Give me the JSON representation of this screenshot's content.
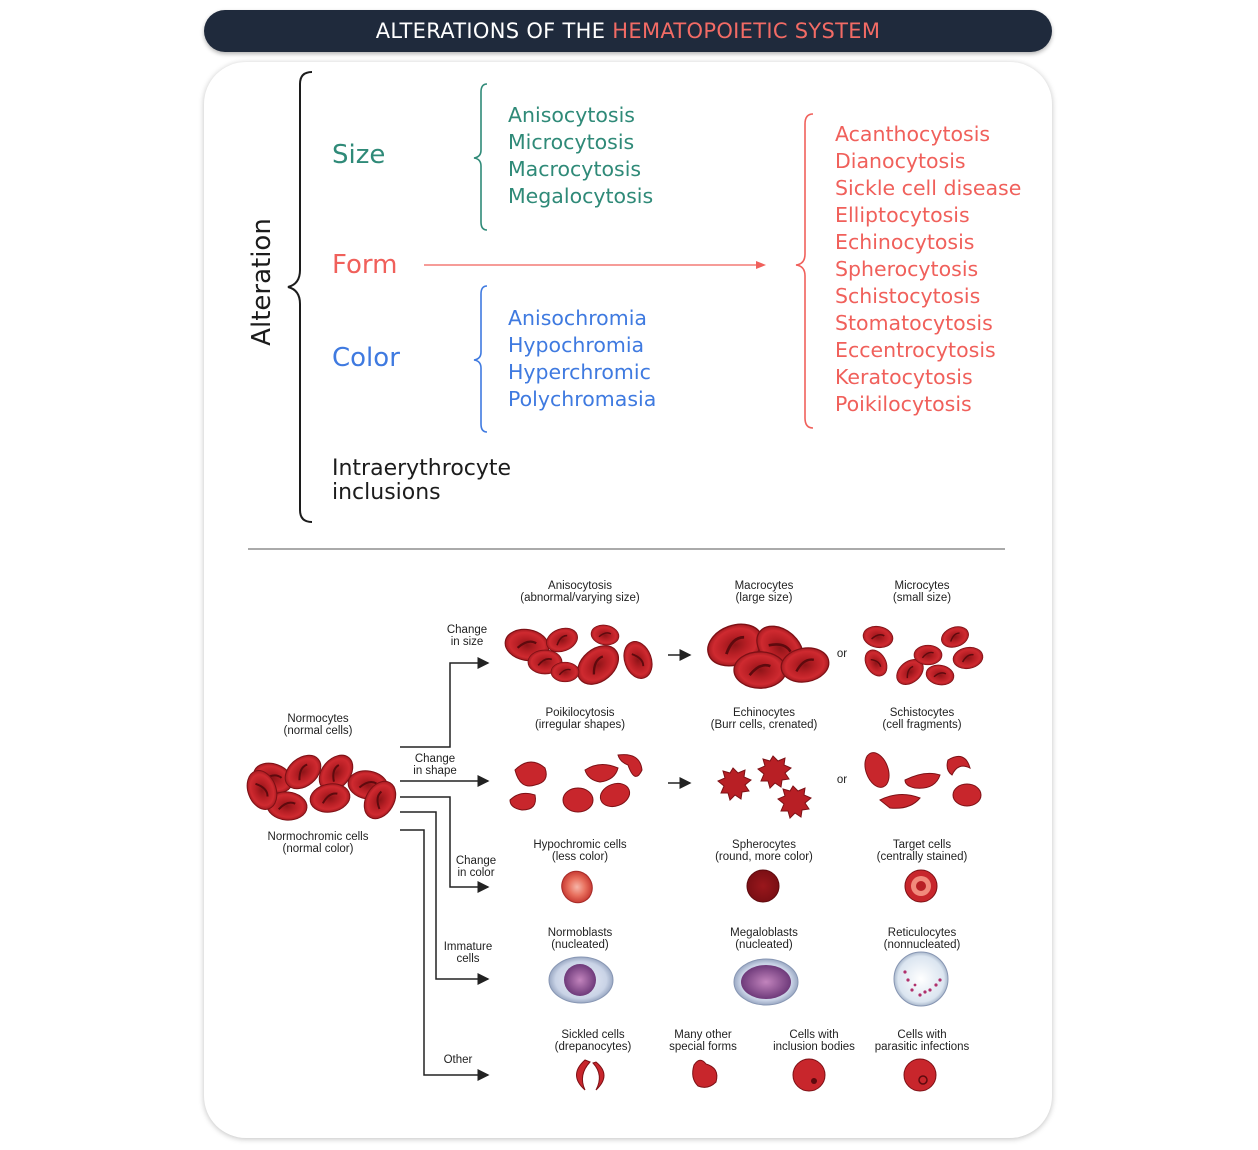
{
  "header": {
    "title_part1": "ALTERATIONS OF THE ",
    "title_part2": "HEMATOPOIETIC SYSTEM"
  },
  "scheme": {
    "root_label": "Alteration",
    "size": {
      "label": "Size",
      "items": [
        "Anisocytosis",
        "Microcytosis",
        "Macrocytosis",
        "Megalocytosis"
      ]
    },
    "form": {
      "label": "Form",
      "items": [
        "Acanthocytosis",
        "Dianocytosis",
        "Sickle cell disease",
        "Elliptocytosis",
        "Echinocytosis",
        "Spherocytosis",
        "Schistocytosis",
        "Stomatocytosis",
        "Eccentrocytosis",
        "Keratocytosis",
        "Poikilocytosis"
      ]
    },
    "color": {
      "label": "Color",
      "items": [
        "Anisochromia",
        "Hypochromia",
        "Hyperchromic",
        "Polychromasia"
      ]
    },
    "inclusions": {
      "line1": "Intraerythrocyte",
      "line2": "inclusions"
    }
  },
  "illustration": {
    "normocytes": {
      "line1": "Normocytes",
      "line2": "(normal cells)"
    },
    "normochromic": {
      "line1": "Normochromic cells",
      "line2": "(normal color)"
    },
    "branches": {
      "size": {
        "line1": "Change",
        "line2": "in size"
      },
      "shape": {
        "line1": "Change",
        "line2": "in shape"
      },
      "color": {
        "line1": "Change",
        "line2": "in color"
      },
      "immature": {
        "line1": "Immature",
        "line2": "cells"
      },
      "other": {
        "line1": "Other"
      }
    },
    "or_label": "or",
    "row_size": {
      "a": {
        "line1": "Anisocytosis",
        "line2": "(abnormal/varying size)"
      },
      "b": {
        "line1": "Macrocytes",
        "line2": "(large size)"
      },
      "c": {
        "line1": "Microcytes",
        "line2": "(small size)"
      }
    },
    "row_shape": {
      "a": {
        "line1": "Poikilocytosis",
        "line2": "(irregular shapes)"
      },
      "b": {
        "line1": "Echinocytes",
        "line2": "(Burr cells, crenated)"
      },
      "c": {
        "line1": "Schistocytes",
        "line2": "(cell fragments)"
      }
    },
    "row_color": {
      "a": {
        "line1": "Hypochromic cells",
        "line2": "(less color)"
      },
      "b": {
        "line1": "Spherocytes",
        "line2": "(round, more color)"
      },
      "c": {
        "line1": "Target cells",
        "line2": "(centrally stained)"
      }
    },
    "row_immature": {
      "a": {
        "line1": "Normoblasts",
        "line2": "(nucleated)"
      },
      "b": {
        "line1": "Megaloblasts",
        "line2": "(nucleated)"
      },
      "c": {
        "line1": "Reticulocytes",
        "line2": "(nonnucleated)"
      }
    },
    "row_other": {
      "a": {
        "line1": "Sickled cells",
        "line2": "(drepanocytes)"
      },
      "b": {
        "line1": "Many other",
        "line2": "special forms"
      },
      "c": {
        "line1": "Cells with",
        "line2": "inclusion bodies"
      },
      "d": {
        "line1": "Cells with",
        "line2": "parasitic infections"
      }
    }
  },
  "colors": {
    "title_bg": "#1f2a3c",
    "accent_red": "#f0605b",
    "size_green": "#2f8a78",
    "color_blue": "#3f7ae0",
    "cell_red": "#c8262c"
  }
}
